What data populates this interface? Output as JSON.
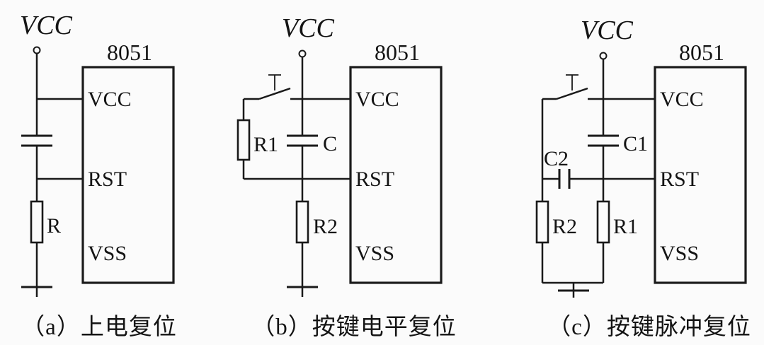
{
  "figure": {
    "background": "#fbfbfb",
    "line_color": "#1a1a1a",
    "circuits": [
      {
        "id": "a",
        "supply_label": "VCC",
        "chip": {
          "name": "8051",
          "pins": {
            "vcc": "VCC",
            "rst": "RST",
            "vss": "VSS"
          }
        },
        "components": {
          "r": "R"
        },
        "caption": "（a）上电复位"
      },
      {
        "id": "b",
        "supply_label": "VCC",
        "chip": {
          "name": "8051",
          "pins": {
            "vcc": "VCC",
            "rst": "RST",
            "vss": "VSS"
          }
        },
        "components": {
          "r1": "R1",
          "c": "C",
          "r2": "R2"
        },
        "caption": "（b）按键电平复位"
      },
      {
        "id": "c",
        "supply_label": "VCC",
        "chip": {
          "name": "8051",
          "pins": {
            "vcc": "VCC",
            "rst": "RST",
            "vss": "VSS"
          }
        },
        "components": {
          "c2": "C2",
          "c1": "C1",
          "r2": "R2",
          "r1": "R1"
        },
        "caption": "（c）按键脉冲复位"
      }
    ]
  }
}
